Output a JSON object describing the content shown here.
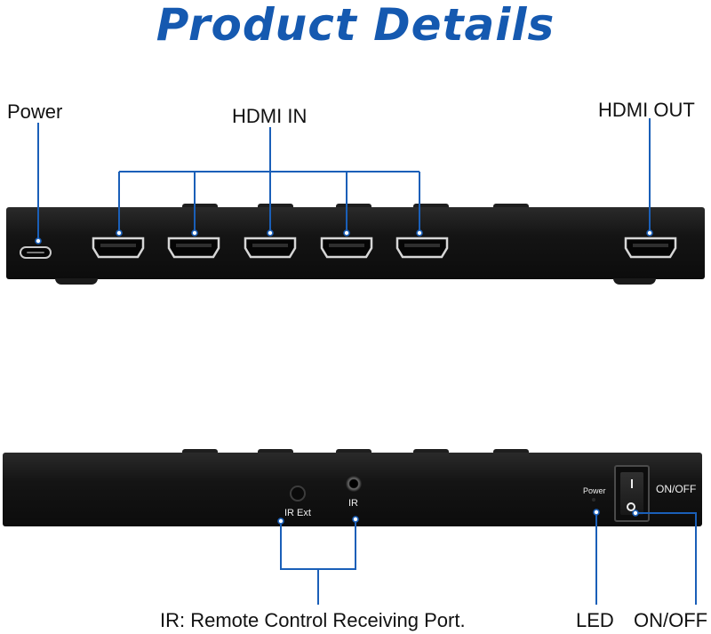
{
  "title": "Product Details",
  "front": {
    "power_label": "Power",
    "hdmi_in_label": "HDMI IN",
    "hdmi_out_label": "HDMI OUT"
  },
  "back": {
    "ir_ext_label": "IR Ext",
    "ir_label": "IR",
    "power_led_label": "Power",
    "on_off_panel_label": "ON/OFF",
    "ir_caption": "IR: Remote Control Receiving Port.",
    "led_caption": "LED",
    "on_off_caption": "ON/OFF"
  },
  "colors": {
    "accent": "#1559b0",
    "callout": "#1a5fb8",
    "device": "#141414"
  }
}
